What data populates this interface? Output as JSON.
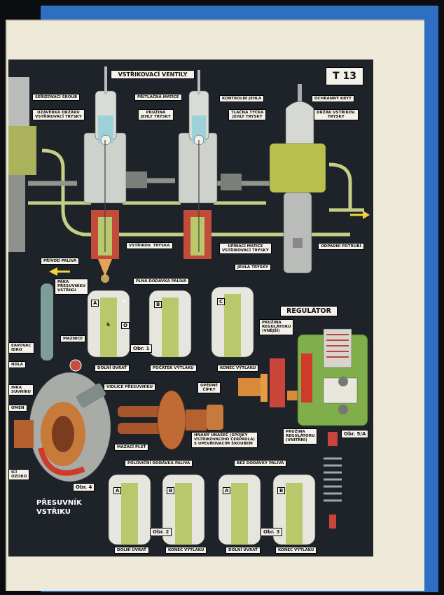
{
  "plate_code": "T 13",
  "titles": {
    "valves": "VSTŘIKOVACÍ VENTILY",
    "regulator": "REGULÁTOR",
    "shifter": "PŘESUVNÍK\nVSTŘIKU"
  },
  "labels": {
    "serizovaci_sroub": "SEŘIZOVACÍ ŠROUB",
    "uzaverka": "UZÁVĚRKA DRŽÁKU\nVSTŘIKOVACÍ TRYSKY",
    "pritlazna_matice": "PŘÍTLAČNÁ MATICE",
    "pruzina_jehly": "PRUŽINA\nJEHLY TRYSKY",
    "kontrolni_jehla": "KONTROLNÍ JEHLA",
    "tlacna_tycka": "TLAČNÁ TYČKA\nJEHLY TRYSKY",
    "ochranny_kryt": "OCHRANNÝ KRYT",
    "drzak_vstrikovaci_trysky": "DRŽÁK VSTŘIKOV.\nTRYSKY",
    "vstrikovaci_tryska": "VSTŘIKOV. TRYSKA",
    "upinaci_matice": "UPÍNACÍ MATICE\nVSTŘIKOVACÍ TRYSKY",
    "odpadni_potrubi": "ODPADNÍ POTRUBÍ",
    "jehla_trysky": "JEHLA TRYSKY",
    "privod_paliva": "PŘÍVOD PALIVA",
    "paka": "PÁKA\nPŘESUVNÍKU\nVSTŘIKU",
    "plna_dodavka": "PLNÁ DODÁVKA PALIVA",
    "dolni_uvrat_1": "DOLNÍ ÚVRAŤ",
    "pocatek_vytlaku": "POČÁTEK VÝTLAKU",
    "konec_vytlaku_1": "KONEC VÝTLAKU",
    "pruzina_regulatoru_vnejsi": "PRUŽINA\nREGULÁTORU\n(VNĚJŠÍ)",
    "maznice": "MAZNICE",
    "vidlice": "VIDLICE PŘESUVNÍKU",
    "operne_cipky": "OPĚRNÉ\nČÍPKY",
    "unasec": "HNANÝ UNAŠEČ (SPOJKY\nVSTŘIKOVACÍHO ČERPADLA)\nS UPEVŇOVACÍM ŠROUBEM",
    "mazaci_plst": "MAZACÍ PLSŤ",
    "pruzina_regulatoru_vnitrni": "PRUŽINA\nREGULÁTORU\n(VNITŘNÍ)",
    "polovicni_dodavka": "POLOVIČNÍ DODÁVKA PALIVA",
    "bez_dodavky": "BEZ DODÁVKY PALIVA",
    "dolni_uvrat_2": "DOLNÍ ÚVRAŤ",
    "konec_vytlaku_2": "KONEC VÝTLAKU",
    "dolni_uvrat_3": "DOLNÍ ÚVRAŤ",
    "konec_vytlaku_3": "KONEC VÝTLAKU",
    "left_1": "EAVOVAC\nIDRO",
    "left_2": "NDLA",
    "left_3": "INKA\nSUVNÍKU",
    "left_4": "OMEN",
    "left_5": "ICÍ\nOZORO"
  },
  "figures": {
    "obr1": "Obr. 1",
    "obr2": "Obr. 2",
    "obr3": "Obr. 3",
    "obr4": "Obr. 4",
    "obr5": "Obr. 5/A"
  },
  "barrel_letters": {
    "a1": "A",
    "v1": "V",
    "s1": "S",
    "o1": "O",
    "b1": "B",
    "c1": "C",
    "a2": "A",
    "b2": "B",
    "a3": "A",
    "b3": "B"
  },
  "colors": {
    "plate_bg": "#1e232a",
    "page": "#efe9d9",
    "book_cover": "#2f6fc2",
    "metal": "#c9cdc8",
    "fuel_green": "#b9c86a",
    "brass": "#c98a3c",
    "red": "#d03a2c",
    "regulator_green": "#7fae4a"
  }
}
